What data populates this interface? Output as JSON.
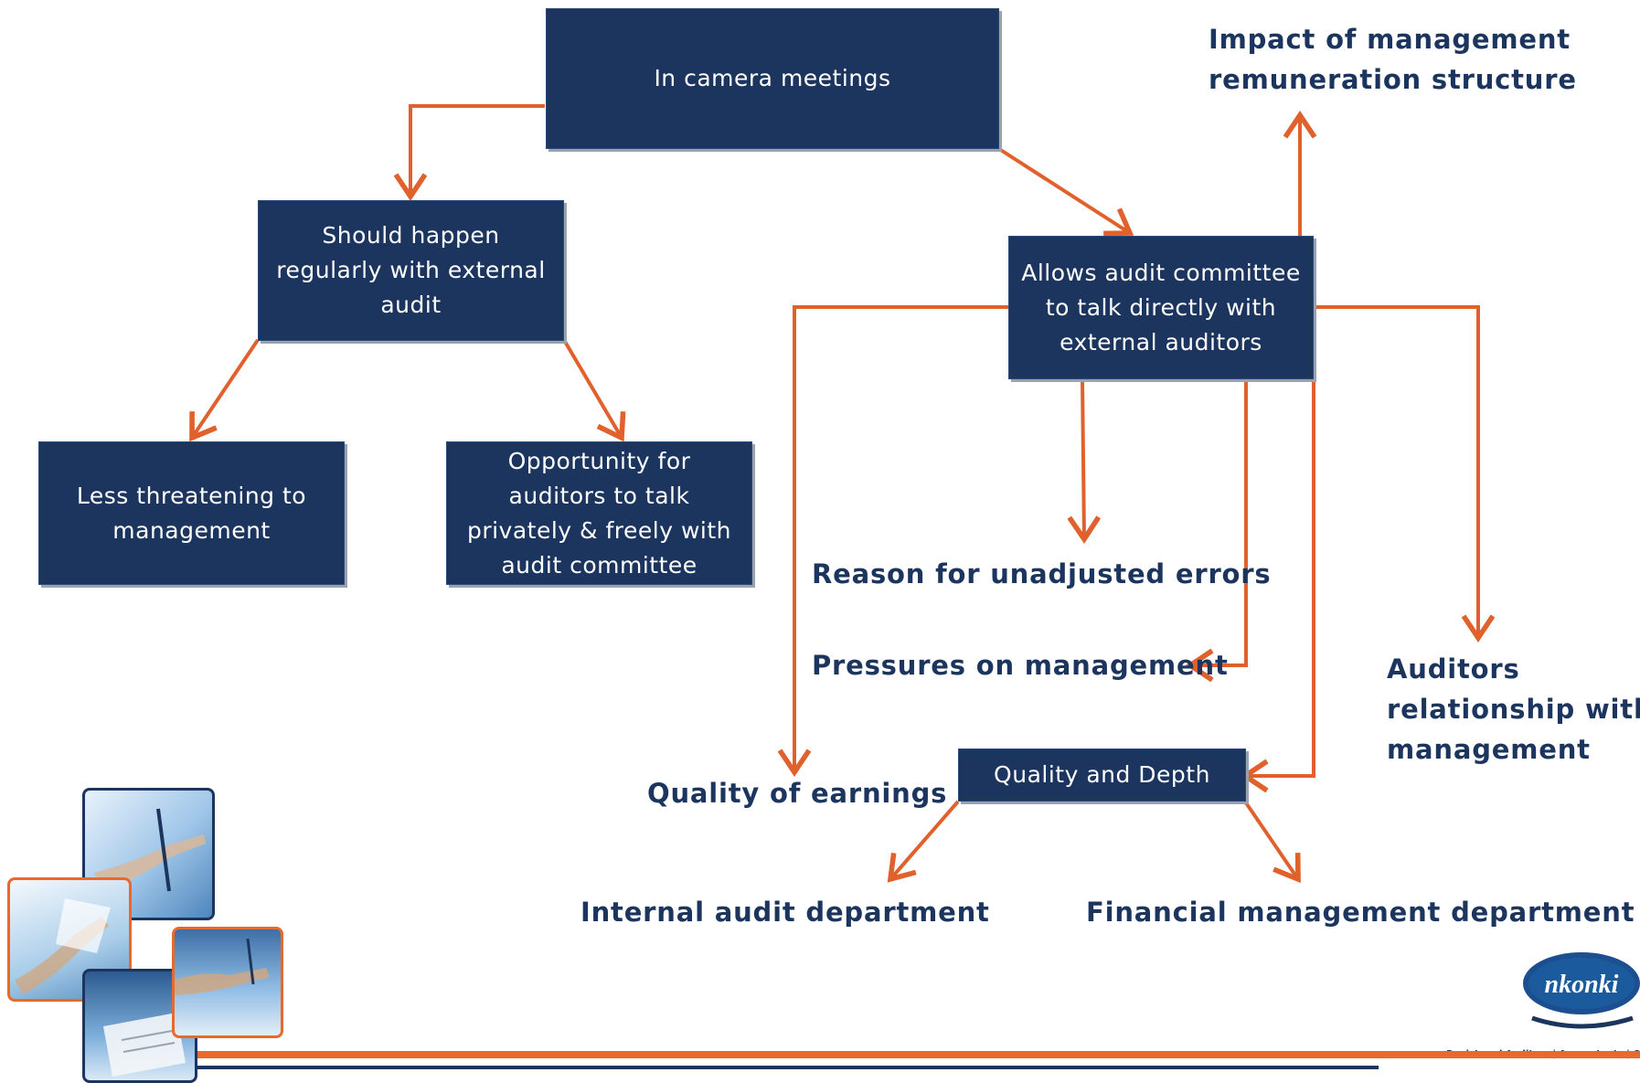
{
  "boxes": {
    "in_camera": "In camera meetings",
    "should_happen": "Should happen regularly with external audit",
    "allows_audit": "Allows audit committee to talk directly with external auditors",
    "less_threatening": "Less threatening to management",
    "opportunity": "Opportunity for auditors to talk privately & freely with audit committee",
    "quality_depth": "Quality and Depth"
  },
  "box_lines": {
    "should_happen": [
      "Should happen",
      "regularly with external",
      "audit"
    ],
    "allows_audit": [
      "Allows audit committee",
      "to talk directly with",
      "external auditors"
    ],
    "less_threatening": [
      "Less threatening to",
      "management"
    ],
    "opportunity": [
      "Opportunity for",
      "auditors to talk",
      "privately & freely with",
      "audit committee"
    ]
  },
  "labels": {
    "impact": [
      "Impact of management",
      "remuneration structure"
    ],
    "unadjusted": "Reason for unadjusted errors",
    "pressures": "Pressures on management",
    "auditors_relationship": [
      "Auditors",
      "relationship with",
      "management"
    ],
    "quality_earnings": "Quality of earnings",
    "internal_audit": "Internal audit department",
    "financial_mgmt": "Financial management department"
  },
  "logo": {
    "name": "nkonki",
    "tagline": "Registered Auditors | Accountants | C"
  },
  "colors": {
    "box_fill": "#1c355e",
    "connector": "#e0612c",
    "label_text": "#1c355e"
  },
  "icons": [
    "handshake-photo",
    "writing-photo",
    "documents-photo",
    "pen-photo",
    "papers-photo"
  ]
}
